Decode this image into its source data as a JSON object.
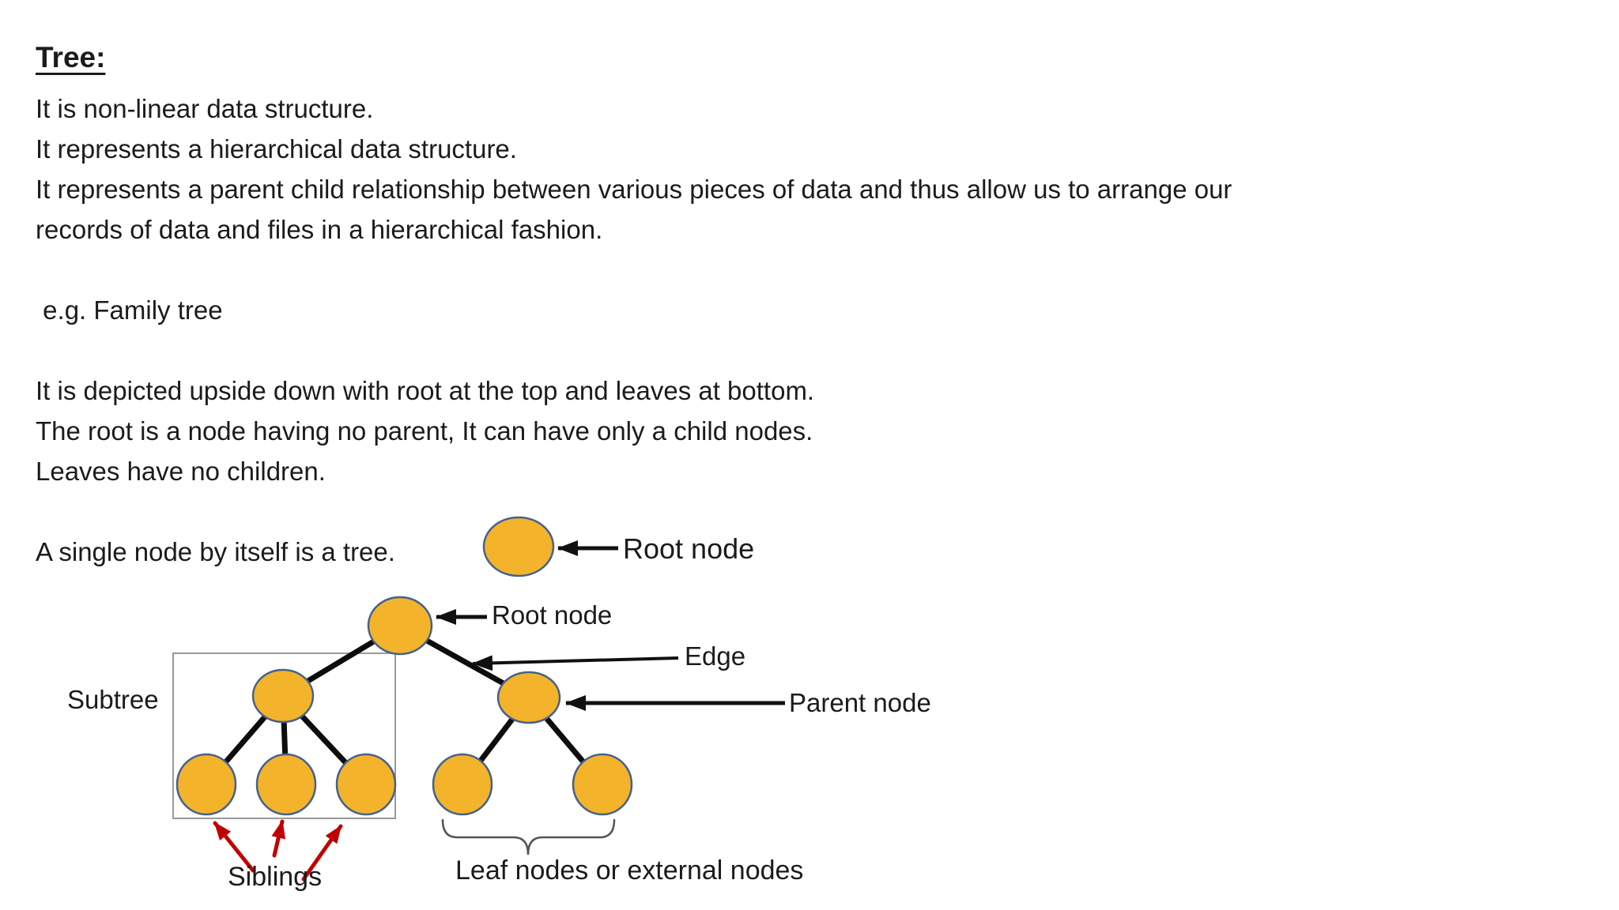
{
  "doc": {
    "heading": "Tree:",
    "lines": [
      "It is non-linear data structure.",
      "It represents a hierarchical data structure.",
      "It represents a parent child relationship between various pieces of data and thus allow us to arrange our",
      "records of data and files in a hierarchical fashion.",
      "",
      " e.g. Family tree",
      "",
      "It is depicted upside down with root at the top and leaves at bottom.",
      "The root is a node having no parent, It can have only a child nodes.",
      "Leaves have no children.",
      "",
      "A single node by itself is a tree."
    ]
  },
  "diagram": {
    "labels": {
      "single_root": "Root node",
      "tree_root": "Root node",
      "edge": "Edge",
      "parent": "Parent node",
      "subtree": "Subtree",
      "siblings": "Siblings",
      "leaves": "Leaf nodes or external nodes"
    },
    "colors": {
      "node_fill": "#F3B32B",
      "node_stroke": "#44618C",
      "edge_stroke": "#0d0d0d",
      "pointer_stroke": "#111111",
      "sibling_arrow": "#C00000",
      "subtree_box": "#9A9A9A",
      "brace": "#555555",
      "text": "#1b1b1b"
    }
  }
}
